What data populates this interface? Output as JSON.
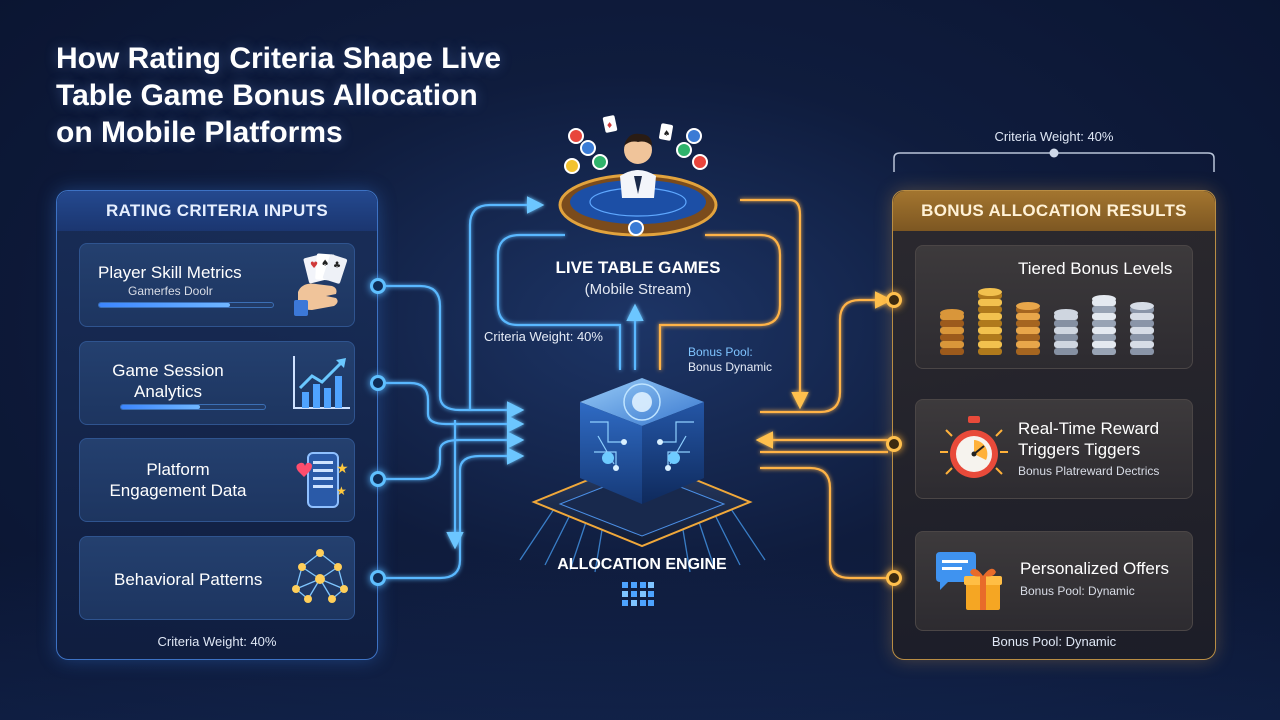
{
  "title": {
    "line1": "How Rating Criteria Shape Live",
    "line2": "Table Game Bonus Allocation",
    "line3": "on Mobile Platforms"
  },
  "left_panel": {
    "header": "RATING CRITERIA INPUTS",
    "footer": "Criteria Weight: 40%",
    "cards": [
      {
        "title": "Player Skill Metrics",
        "subtitle": "Gamerfes Doolr",
        "icon": "playing-cards-hand-icon",
        "progress": 0.75
      },
      {
        "title_line1": "Game Session",
        "title_line2": "Analytics",
        "icon": "rising-bar-chart-icon",
        "progress": 0.55
      },
      {
        "title_line1": "Platform",
        "title_line2": "Engagement Data",
        "icon": "mobile-phone-heart-star-icon"
      },
      {
        "title": "Behavioral Patterns",
        "icon": "network-nodes-icon"
      }
    ]
  },
  "center": {
    "live_title": "LIVE TABLE GAMES",
    "live_subtitle": "(Mobile Stream)",
    "criteria_weight": "Criteria Weight: 40%",
    "bonus_pool_line1": "Bonus Pool:",
    "bonus_pool_line2": "Bonus Dynamic",
    "engine_label": "ALLOCATION ENGINE",
    "dealer_icon": "live-dealer-table-icon",
    "engine_icon": "ai-cube-chip-icon"
  },
  "right_panel": {
    "top_weight": "Criteria Weight: 40%",
    "header": "BONUS ALLOCATION RESULTS",
    "footer": "Bonus Pool: Dynamic",
    "cards": [
      {
        "title": "Tiered Bonus Levels",
        "icon": "coin-stacks-icon"
      },
      {
        "title_line1": "Real-Time Reward",
        "title_line2": "Triggers Tiggers",
        "subtitle": "Bonus Platreward Dectrics",
        "icon": "stopwatch-icon"
      },
      {
        "title": "Personalized Offers",
        "subtitle": "Bonus Pool: Dynamic",
        "icon": "chat-gift-icon"
      }
    ]
  },
  "colors": {
    "background": "#0f1c3d",
    "blue_accent": "#5fc0ff",
    "gold_accent": "#ffb13a",
    "left_border": "#3d72c4",
    "right_border": "#b98d44"
  }
}
